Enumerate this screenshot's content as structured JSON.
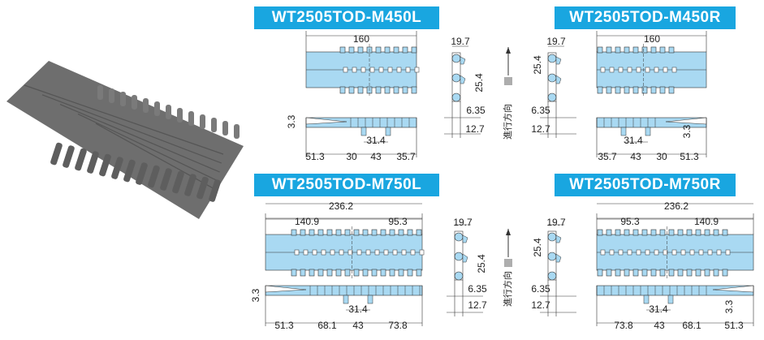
{
  "colors": {
    "banner": "#19a6e0",
    "part": "#a9d9f2",
    "outline": "#333333",
    "belt": "#6e6e6e"
  },
  "panels": [
    {
      "title": "WT2505TOD-M450L",
      "width": "160",
      "pitch_w": "19.7",
      "pitch": "25.4",
      "half_pitch": "6.35",
      "thickness": "12.7",
      "offset": "3.3",
      "tab": "31.4",
      "bottom": [
        "51.3",
        "30",
        "43",
        "35.7"
      ]
    },
    {
      "title": "WT2505TOD-M450R",
      "width": "160",
      "pitch_w": "19.7",
      "pitch": "25.4",
      "half_pitch": "6.35",
      "thickness": "12.7",
      "offset": "3.3",
      "tab": "31.4",
      "bottom": [
        "35.7",
        "43",
        "30",
        "51.3"
      ]
    },
    {
      "title": "WT2505TOD-M750L",
      "width": "236.2",
      "sub": [
        "140.9",
        "95.3"
      ],
      "pitch_w": "19.7",
      "pitch": "25.4",
      "half_pitch": "6.35",
      "thickness": "12.7",
      "offset": "3.3",
      "tab": "31.4",
      "bottom": [
        "51.3",
        "68.1",
        "43",
        "73.8"
      ]
    },
    {
      "title": "WT2505TOD-M750R",
      "width": "236.2",
      "sub": [
        "95.3",
        "140.9"
      ],
      "pitch_w": "19.7",
      "pitch": "25.4",
      "half_pitch": "6.35",
      "thickness": "12.7",
      "offset": "3.3",
      "tab": "31.4",
      "bottom": [
        "73.8",
        "43",
        "68.1",
        "51.3"
      ]
    }
  ],
  "direction_label": "進行方向"
}
